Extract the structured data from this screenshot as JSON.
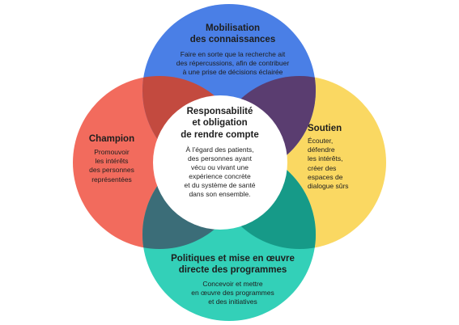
{
  "colors": {
    "top": "#4a7fe6",
    "left": "#f26b5d",
    "right": "#fad862",
    "bottom": "#33d0b8",
    "top_left": "#c34a3f",
    "top_right": "#5a3d70",
    "bottom_left": "#3b6d78",
    "bottom_right": "#169a88",
    "center": "#ffffff"
  },
  "top": {
    "title_line1": "Mobilisation",
    "title_line2": "des connaissances",
    "desc_line1": "Faire en sorte que la recherche ait",
    "desc_line2": "des répercussions, afin de contribuer",
    "desc_line3": "à une prise de décisions éclairée"
  },
  "left": {
    "title": "Champion",
    "desc_line1": "Promouvoir",
    "desc_line2": "les intérêts",
    "desc_line3": "des personnes",
    "desc_line4": "représentées"
  },
  "right": {
    "title": "Soutien",
    "desc_line1": "Écouter,",
    "desc_line2": "défendre",
    "desc_line3": "les intérêts,",
    "desc_line4": "créer des",
    "desc_line5": "espaces de",
    "desc_line6": "dialogue sûrs"
  },
  "bottom": {
    "title_line1": "Politiques et mise en œuvre",
    "title_line2": "directe des programmes",
    "desc_line1": "Concevoir et mettre",
    "desc_line2": "en œuvre des programmes",
    "desc_line3": "et des initiatives"
  },
  "center": {
    "title_line1": "Responsabilité",
    "title_line2": "et obligation",
    "title_line3": "de rendre compte",
    "desc_line1": "À l’égard des patients,",
    "desc_line2": "des personnes ayant",
    "desc_line3": "vécu ou vivant une",
    "desc_line4": "expérience concrète",
    "desc_line5": "et du système de santé",
    "desc_line6": "dans son ensemble."
  }
}
